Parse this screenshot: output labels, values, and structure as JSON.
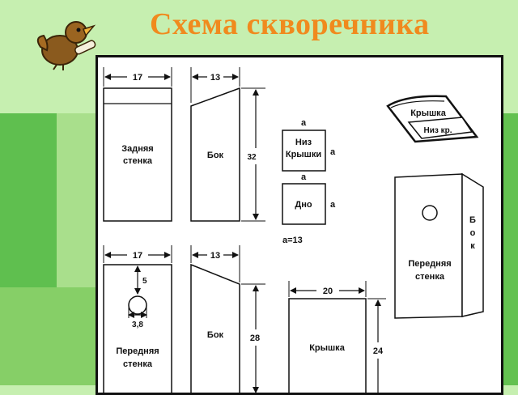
{
  "title": "Схема скворечника",
  "icon": "bird-with-scroll-icon",
  "colors": {
    "title": "#f08a1e",
    "background": "#c6efb0",
    "panel_border": "#111111"
  },
  "parts": {
    "back_wall": {
      "label_line1": "Задняя",
      "label_line2": "стенка",
      "width_dim": "17"
    },
    "side_top": {
      "label": "Бок",
      "width_dim": "13",
      "height_dim": "32"
    },
    "roof_bottom": {
      "label_line1": "Низ",
      "label_line2": "Крышки",
      "dim_top": "a",
      "dim_side": "a"
    },
    "floor": {
      "label": "Дно",
      "dim_top": "a",
      "dim_side": "a"
    },
    "a_value": "a=13",
    "roof_3d": {
      "label": "Крышка",
      "sub_label": "Низ кр."
    },
    "assembled_front": {
      "label_line1": "Передняя",
      "label_line2": "стенка",
      "side_label": [
        "Б",
        "о",
        "к"
      ]
    },
    "front_wall": {
      "label_line1": "Передняя",
      "label_line2": "стенка",
      "width_dim": "17",
      "hole_offset_dim": "5",
      "hole_diameter_dim": "3,8"
    },
    "side_bottom": {
      "label": "Бок",
      "width_dim": "13",
      "height_dim": "28"
    },
    "roof": {
      "label": "Крышка",
      "width_dim": "20",
      "height_dim": "24"
    }
  }
}
